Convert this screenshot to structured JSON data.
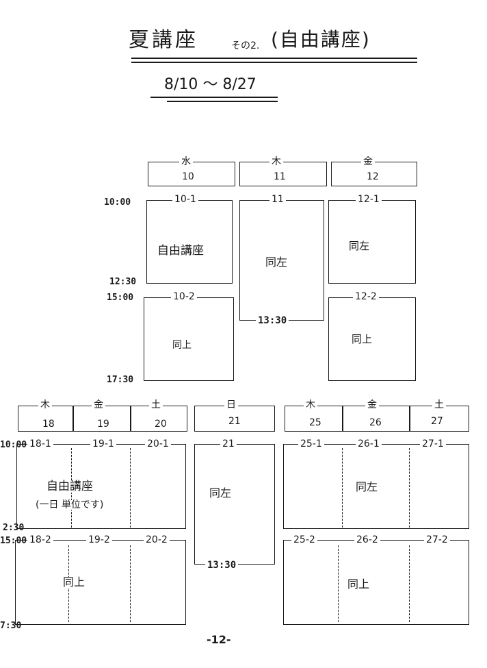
{
  "title": {
    "main": "夏講座",
    "part": "その2.",
    "sub": "(自由講座)"
  },
  "date_range": "8/10 〜 8/27",
  "week1": {
    "days": [
      {
        "dow": "水",
        "date": "10"
      },
      {
        "dow": "木",
        "date": "11"
      },
      {
        "dow": "金",
        "date": "12"
      }
    ],
    "times": {
      "start_am": "10:00",
      "end_am": "12:30",
      "start_pm": "15:00",
      "end_pm": "17:30"
    },
    "sessions": {
      "s10_1": {
        "code": "10-1",
        "text": "自由講座"
      },
      "s10_2": {
        "code": "10-2",
        "text": "同上"
      },
      "s11": {
        "code": "11",
        "text": "同左",
        "end": "13:30"
      },
      "s12_1": {
        "code": "12-1",
        "text": "同左"
      },
      "s12_2": {
        "code": "12-2",
        "text": "同上"
      }
    }
  },
  "week2": {
    "days": [
      {
        "dow": "木",
        "date": "18"
      },
      {
        "dow": "金",
        "date": "19"
      },
      {
        "dow": "土",
        "date": "20"
      },
      {
        "dow": "日",
        "date": "21"
      },
      {
        "dow": "木",
        "date": "25"
      },
      {
        "dow": "金",
        "date": "26"
      },
      {
        "dow": "土",
        "date": "27"
      }
    ],
    "times": {
      "start_am": "10:00",
      "end_am": "2:30",
      "start_pm": "15:00",
      "end_pm": "7:30"
    },
    "codes_am": [
      "18-1",
      "19-1",
      "20-1",
      "21",
      "25-1",
      "26-1",
      "27-1"
    ],
    "codes_pm": [
      "18-2",
      "19-2",
      "20-2",
      "25-2",
      "26-2",
      "27-2"
    ],
    "text_am_left": "自由講座",
    "text_am_left_note": "(一日 単位です)",
    "text_pm_left": "同上",
    "text_21": "同左",
    "end_21": "13:30",
    "text_am_right": "同左",
    "text_pm_right": "同上"
  },
  "page_number": "-12-"
}
